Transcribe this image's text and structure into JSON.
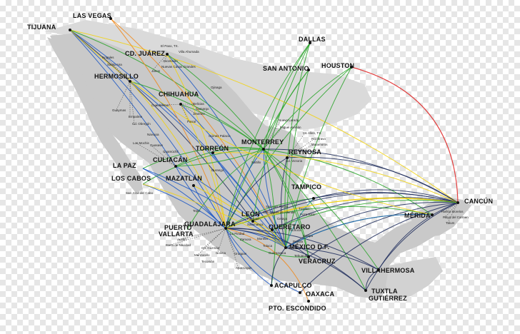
{
  "map": {
    "colors": {
      "land": "#cfcfcf",
      "land_light": "#dddddd",
      "route_blue": "#1a56c4",
      "route_green": "#2aa52a",
      "route_yellow": "#f2d20c",
      "route_orange": "#f08a1c",
      "route_red": "#e01e1e",
      "route_navy": "#1c2a5a",
      "route_teal": "#19a3a3"
    },
    "major_cities": [
      {
        "key": "tijuana",
        "label": "TIJUANA"
      },
      {
        "key": "las_vegas",
        "label": "LAS VEGAS"
      },
      {
        "key": "cd_juarez",
        "label": "CD. JUÁREZ"
      },
      {
        "key": "dallas",
        "label": "DALLAS"
      },
      {
        "key": "hermosillo",
        "label": "HERMOSILLO"
      },
      {
        "key": "san_antonio",
        "label": "SAN ANTONIO"
      },
      {
        "key": "houston",
        "label": "HOUSTON"
      },
      {
        "key": "chihuahua",
        "label": "CHIHUAHUA"
      },
      {
        "key": "monterrey",
        "label": "MONTERREY"
      },
      {
        "key": "torreon",
        "label": "TORREÓN"
      },
      {
        "key": "reynosa",
        "label": "REYNOSA"
      },
      {
        "key": "culiacan",
        "label": "CULIACÁN"
      },
      {
        "key": "la_paz",
        "label": "LA PAZ"
      },
      {
        "key": "los_cabos",
        "label": "LOS CABOS"
      },
      {
        "key": "mazatlan",
        "label": "MAZATLÁN"
      },
      {
        "key": "tampico",
        "label": "TAMPICO"
      },
      {
        "key": "cancun",
        "label": "CANCÚN"
      },
      {
        "key": "leon",
        "label": "LEÓN"
      },
      {
        "key": "merida",
        "label": "MÉRIDA"
      },
      {
        "key": "guadalajara",
        "label": "GUADALAJARA"
      },
      {
        "key": "queretaro",
        "label": "QUERÉTARO"
      },
      {
        "key": "puerto_vallarta_1",
        "label": "PUERTO"
      },
      {
        "key": "puerto_vallarta_2",
        "label": "VALLARTA"
      },
      {
        "key": "mexico_df",
        "label": "MÉXICO D.F."
      },
      {
        "key": "veracruz",
        "label": "VERACRUZ"
      },
      {
        "key": "villahermosa",
        "label": "VILLAHERMOSA"
      },
      {
        "key": "acapulco",
        "label": "ACAPULCO"
      },
      {
        "key": "oaxaca",
        "label": "OAXACA"
      },
      {
        "key": "tuxtla_1",
        "label": "TUXTLA"
      },
      {
        "key": "tuxtla_2",
        "label": "GUTIÉRREZ"
      },
      {
        "key": "escondido",
        "label": "PTO. ESCONDIDO"
      }
    ],
    "minor_cities": [
      {
        "key": "el_paso",
        "label": "El Paso, TX."
      },
      {
        "key": "villa_ahumada",
        "label": "Villa Ahumada"
      },
      {
        "key": "nogales",
        "label": "Nogales"
      },
      {
        "key": "santa_ana",
        "label": "Santa Ana"
      },
      {
        "key": "ascension",
        "label": "Ascensión"
      },
      {
        "key": "nuevas_casas_grandes",
        "label": "Nuevas Casas Grandes"
      },
      {
        "key": "janos",
        "label": "Janos"
      },
      {
        "key": "ojinaga",
        "label": "Ojinaga"
      },
      {
        "key": "cuauhtemoc",
        "label": "Cuauhtémoc"
      },
      {
        "key": "delicias",
        "label": "Delicias"
      },
      {
        "key": "jimenez",
        "label": "Jiménez"
      },
      {
        "key": "camargo",
        "label": "Camargo"
      },
      {
        "key": "parral",
        "label": "Parral"
      },
      {
        "key": "guaymas",
        "label": "Guaymas"
      },
      {
        "key": "empalme",
        "label": "Empalme"
      },
      {
        "key": "cd_obregon",
        "label": "Cd. Obregón"
      },
      {
        "key": "navojoa",
        "label": "Navojoa"
      },
      {
        "key": "los_mochis",
        "label": "Los Mochis"
      },
      {
        "key": "guasave",
        "label": "Guasave"
      },
      {
        "key": "guamuchil",
        "label": "Guamúchil"
      },
      {
        "key": "gomez_palacio",
        "label": "Gómez Palacio"
      },
      {
        "key": "durango",
        "label": "Durango"
      },
      {
        "key": "saltillo",
        "label": "Saltillo"
      },
      {
        "key": "nuevo_laredo",
        "label": "Nuevo Laredo"
      },
      {
        "key": "miguel_aleman",
        "label": "Miguel Alemán"
      },
      {
        "key": "mcallen",
        "label": "Mc Allen, TX."
      },
      {
        "key": "rio_bravo",
        "label": "Río Bravo"
      },
      {
        "key": "matamoros",
        "label": "Matamoros"
      },
      {
        "key": "cd_victoria",
        "label": "Cd. Victoria"
      },
      {
        "key": "san_jose_cabo",
        "label": "San José del Cabo"
      },
      {
        "key": "san_luis_potosi",
        "label": "San Luis Potosí"
      },
      {
        "key": "san_miguel_allende",
        "label": "San Miguel de Allende"
      },
      {
        "key": "celaya",
        "label": "Celaya"
      },
      {
        "key": "irapuato",
        "label": "Irapuato"
      },
      {
        "key": "salamanca",
        "label": "Salamanca"
      },
      {
        "key": "morelia",
        "label": "Morelia"
      },
      {
        "key": "zamora",
        "label": "Zamora"
      },
      {
        "key": "la_piedad",
        "label": "La Piedad"
      },
      {
        "key": "tepic",
        "label": "Tepic"
      },
      {
        "key": "autlan",
        "label": "Autlán"
      },
      {
        "key": "barra_navidad",
        "label": "Barra de Navidad"
      },
      {
        "key": "cd_guzman",
        "label": "Cd. Guzmán"
      },
      {
        "key": "manzanillo",
        "label": "Manzanillo"
      },
      {
        "key": "colima",
        "label": "Colima"
      },
      {
        "key": "tecoman",
        "label": "Tecomán"
      },
      {
        "key": "uruapan",
        "label": "Uruapan"
      },
      {
        "key": "apatzingan",
        "label": "Apatzingán"
      },
      {
        "key": "cuernavaca",
        "label": "Cuernavaca"
      },
      {
        "key": "puebla",
        "label": "Puebla"
      },
      {
        "key": "toluca",
        "label": "Toluca"
      },
      {
        "key": "pachuca",
        "label": "Pachuca"
      },
      {
        "key": "tuxpan",
        "label": "Tuxpan"
      },
      {
        "key": "poza_rica",
        "label": "Poza Rica"
      },
      {
        "key": "xalapa",
        "label": "Xalapa"
      },
      {
        "key": "tehuacan",
        "label": "Tehuacán"
      },
      {
        "key": "puerto_morelos",
        "label": "Puerto Morelos"
      },
      {
        "key": "playa_del_carmen",
        "label": "Playa del Carmen"
      },
      {
        "key": "tulum",
        "label": "Tulum"
      }
    ]
  }
}
